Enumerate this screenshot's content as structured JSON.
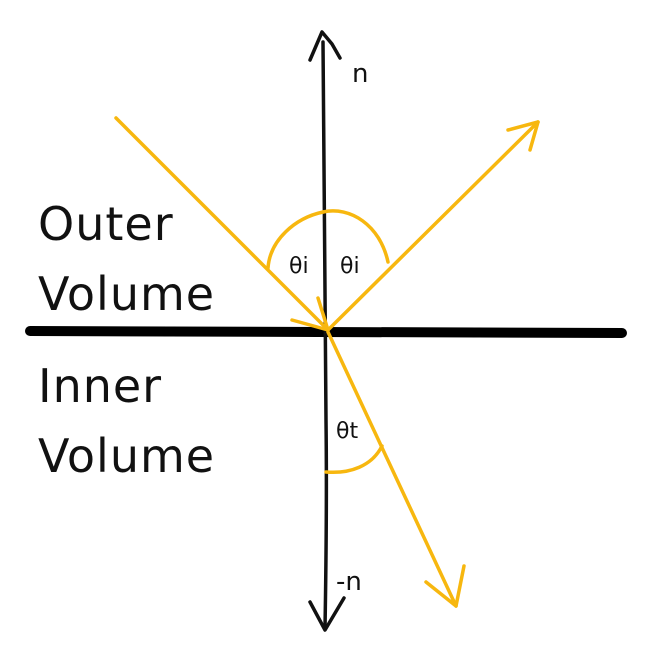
{
  "labels": {
    "normal_up": "n",
    "normal_down": "-n",
    "outer_line1": "Outer",
    "outer_line2": "Volume",
    "inner_line1": "Inner",
    "inner_line2": "Volume",
    "theta_incident_left": "θi",
    "theta_incident_right": "θi",
    "theta_transmitted": "θt"
  },
  "colors": {
    "ink": "#111111",
    "ray": "#f7b70f",
    "background": "#ffffff"
  }
}
